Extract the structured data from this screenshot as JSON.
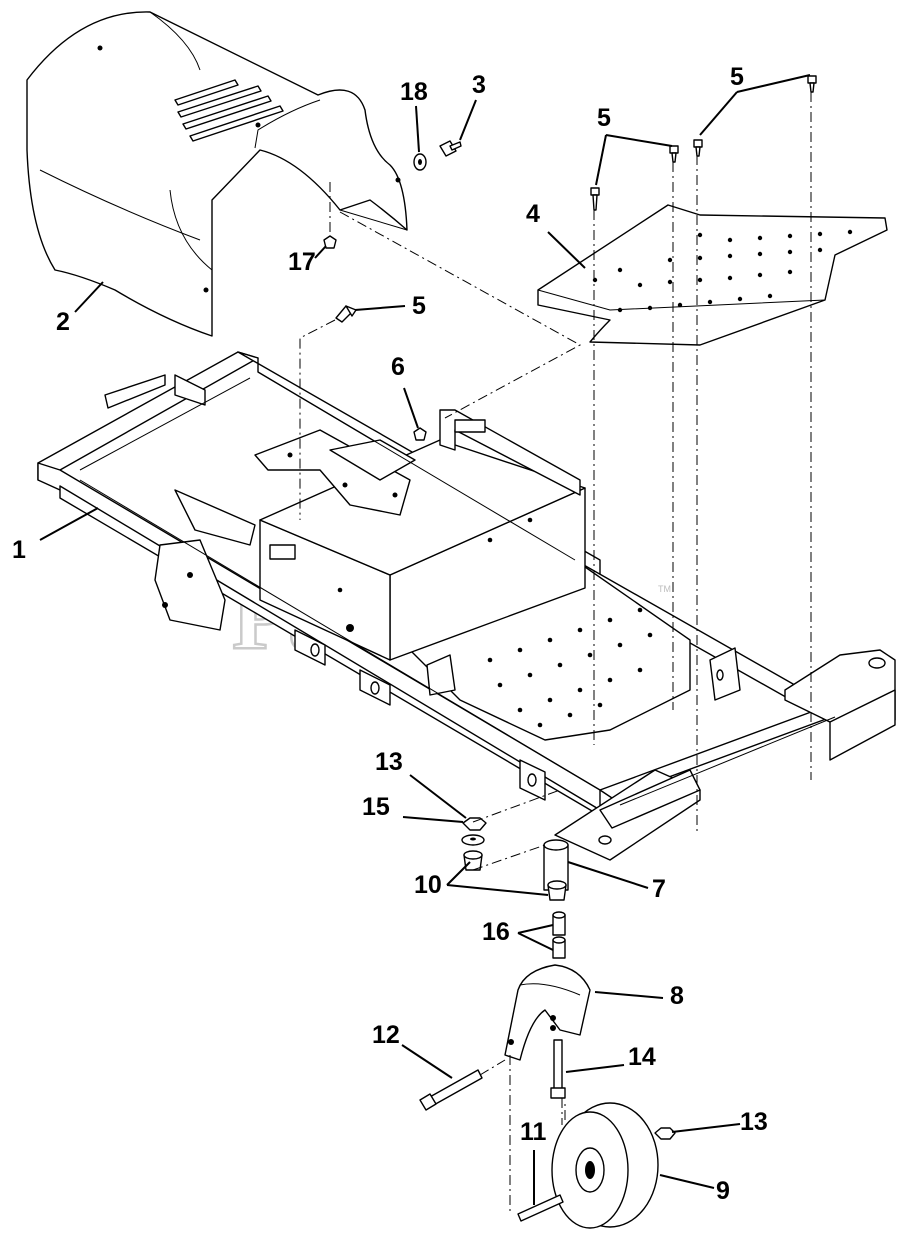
{
  "watermark": {
    "text": "PartsTree",
    "mark": "TM"
  },
  "callouts": {
    "c1": "1",
    "c2": "2",
    "c3": "3",
    "c4": "4",
    "c5a": "5",
    "c5b": "5",
    "c5c": "5",
    "c6": "6",
    "c7": "7",
    "c8": "8",
    "c9": "9",
    "c10": "10",
    "c11": "11",
    "c12": "12",
    "c13a": "13",
    "c13b": "13",
    "c14": "14",
    "c15": "15",
    "c16": "16",
    "c17": "17",
    "c18": "18"
  }
}
